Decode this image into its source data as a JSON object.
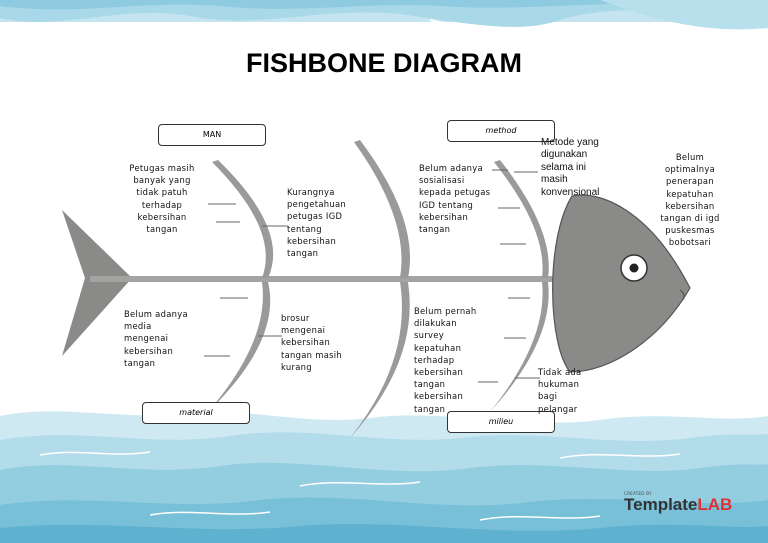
{
  "title": "FISHBONE DIAGRAM",
  "categories": {
    "man": "MAN",
    "method": "method",
    "material": "material",
    "milieu": "milieu"
  },
  "causes": {
    "man_upper_left": [
      "Petugas masih",
      "banyak yang",
      "tidak patuh",
      "terhadap",
      "kebersihan",
      "tangan"
    ],
    "man_upper_right": [
      "Kurangnya",
      "pengetahuan",
      "petugas IGD",
      "tentang",
      "kebersihan",
      "tangan"
    ],
    "method_left": [
      "Belum adanya",
      "sosialisasi",
      "kepada petugas",
      "IGD tentang",
      "kebersihan",
      "tangan"
    ],
    "method_right": [
      "Metode yang",
      "digunakan",
      "selama ini",
      "masih",
      "konvensional"
    ],
    "material_left": [
      "Belum adanya",
      "media",
      "mengenai",
      "kebersihan",
      "tangan"
    ],
    "material_right": [
      "brosur",
      "mengenai",
      "kebersihan",
      "tangan masih",
      "kurang"
    ],
    "milieu_left": [
      "Belum pernah",
      "dilakukan",
      "survey",
      "kepatuhan",
      "terhadap",
      "kebersihan",
      "tangan",
      "kebersihan",
      "tangan"
    ],
    "milieu_right": [
      "Tidak ada",
      "hukuman",
      "bagi",
      "pelangar"
    ]
  },
  "effect": [
    "Belum",
    "optimalnya",
    "penerapan",
    "kepatuhan",
    "kebersihan",
    "tangan di igd",
    "puskesmas",
    "bobotsari"
  ],
  "branding": {
    "created_by": "CREATED BY",
    "logo_template": "Template",
    "logo_lab": "LAB"
  },
  "colors": {
    "fish": "#8a8a88",
    "spine": "#a3a3a1",
    "water_light": "#c4e4ef",
    "water_mid": "#9fd2e4",
    "water_dark": "#7cc0d9"
  }
}
